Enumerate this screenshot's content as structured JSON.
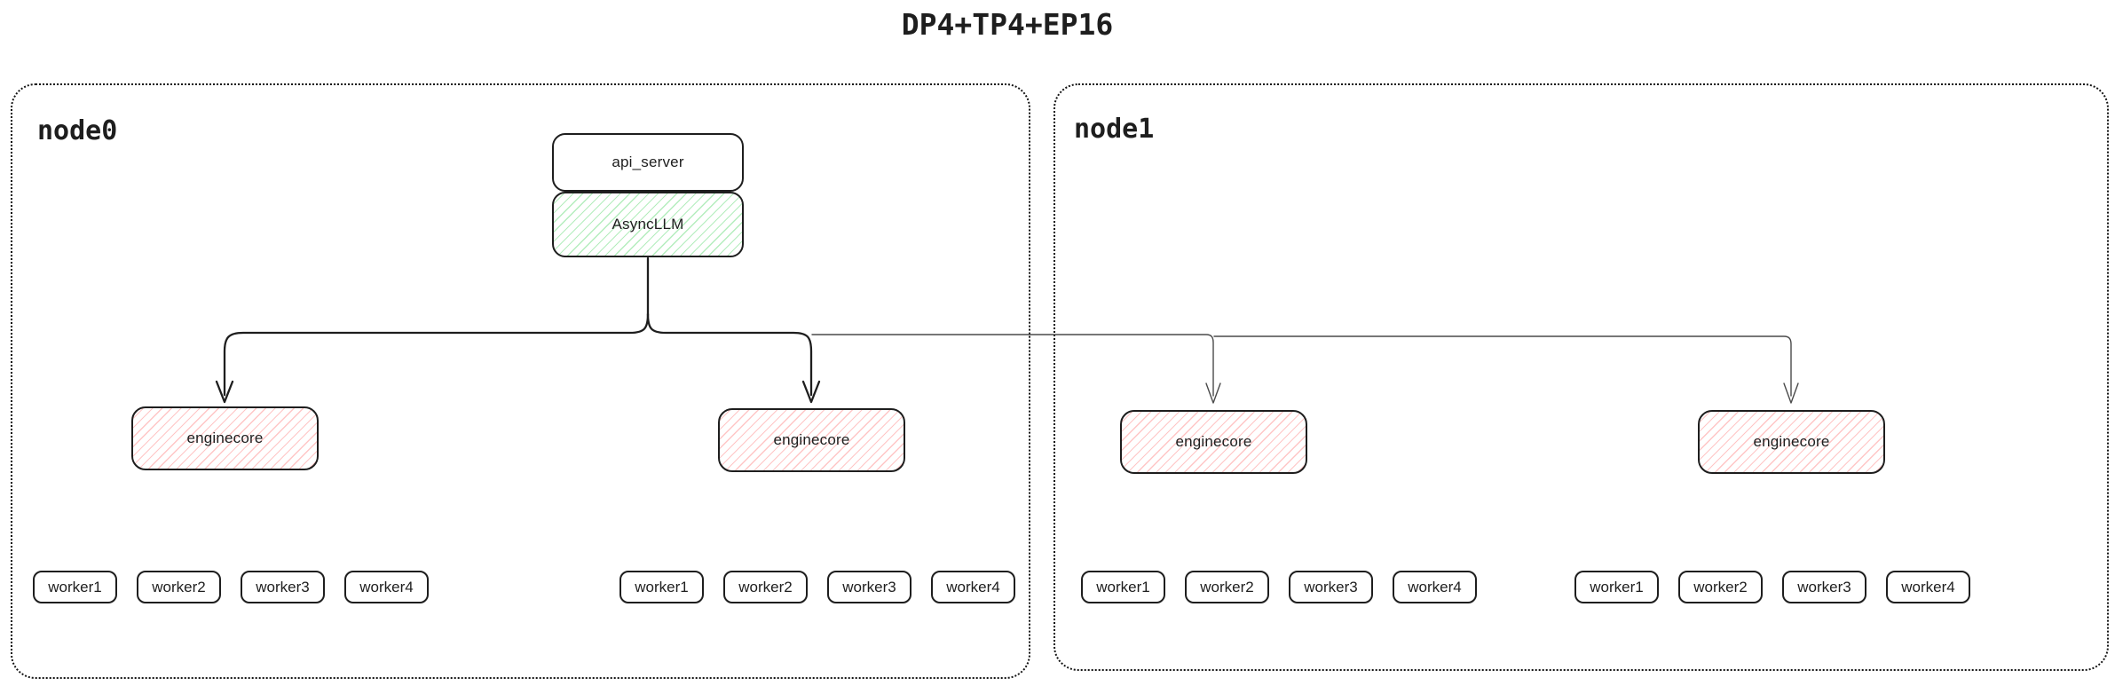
{
  "title": "DP4+TP4+EP16",
  "api_server": {
    "label": "api_server"
  },
  "async_llm": {
    "label": "AsyncLLM"
  },
  "nodes": [
    {
      "label": "node0",
      "enginecores": [
        "enginecore",
        "enginecore"
      ],
      "worker_groups": [
        [
          "worker1",
          "worker2",
          "worker3",
          "worker4"
        ],
        [
          "worker1",
          "worker2",
          "worker3",
          "worker4"
        ]
      ]
    },
    {
      "label": "node1",
      "enginecores": [
        "enginecore",
        "enginecore"
      ],
      "worker_groups": [
        [
          "worker1",
          "worker2",
          "worker3",
          "worker4"
        ],
        [
          "worker1",
          "worker2",
          "worker3",
          "worker4"
        ]
      ]
    }
  ],
  "edges": [
    {
      "from": "AsyncLLM",
      "to": "node0 enginecore 1",
      "style": "solid arrow, thick"
    },
    {
      "from": "AsyncLLM",
      "to": "node0 enginecore 2",
      "style": "solid arrow, thick"
    },
    {
      "from": "AsyncLLM",
      "to": "node1 enginecore 1",
      "style": "solid arrow, thin"
    },
    {
      "from": "AsyncLLM",
      "to": "node1 enginecore 2",
      "style": "solid arrow, thin"
    }
  ],
  "colors": {
    "ink": "#1e1e1e",
    "async_llm_hatch": "#69db7c",
    "enginecore_hatch": "#ff8787",
    "thin_connector": "#4a4a4a",
    "background": "#ffffff"
  }
}
